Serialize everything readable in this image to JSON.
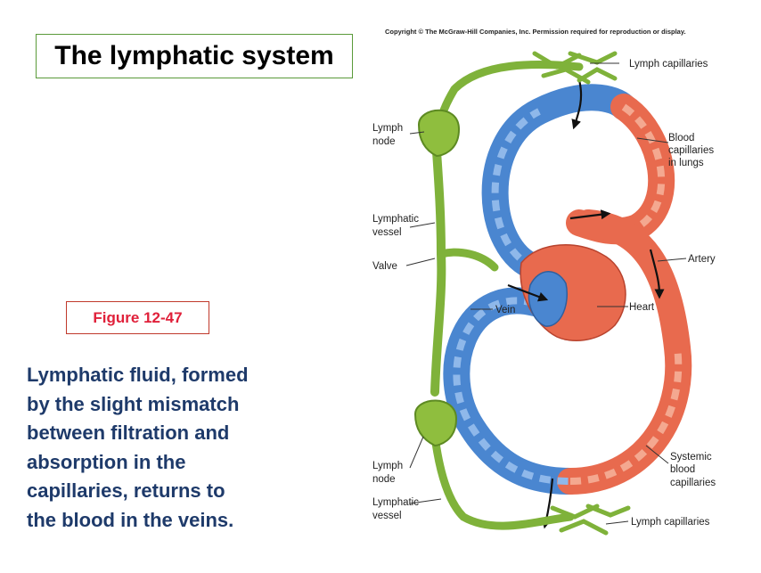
{
  "title": "The lymphatic system",
  "figure_label": "Figure 12-47",
  "description_lines": [
    "Lymphatic fluid, formed",
    "by the slight mismatch",
    "between filtration and",
    "absorption in the",
    "capillaries, returns to",
    "the blood in the veins."
  ],
  "copyright": "Copyright © The McGraw-Hill Companies, Inc. Permission required for reproduction or display.",
  "labels": {
    "lymph_capillaries_top": "Lymph capillaries",
    "lymph_node_top": [
      "Lymph",
      "node"
    ],
    "blood_capillaries_lungs": [
      "Blood",
      "capillaries",
      "in lungs"
    ],
    "lymphatic_vessel_top": [
      "Lymphatic",
      "vessel"
    ],
    "valve": "Valve",
    "artery": "Artery",
    "vein": "Vein",
    "heart": "Heart",
    "systemic_blood_capillaries": [
      "Systemic",
      "blood",
      "capillaries"
    ],
    "lymph_node_bottom": [
      "Lymph",
      "node"
    ],
    "lymphatic_vessel_bottom": [
      "Lymphatic",
      "vessel"
    ],
    "lymph_capillaries_bottom": "Lymph capillaries"
  },
  "colors": {
    "lymph_green": "#7fb23a",
    "vein_blue": "#4a86d0",
    "artery_red": "#e86a4e",
    "title_text": "#000000",
    "figure_text": "#e0203a",
    "body_text": "#1e3a6a"
  }
}
